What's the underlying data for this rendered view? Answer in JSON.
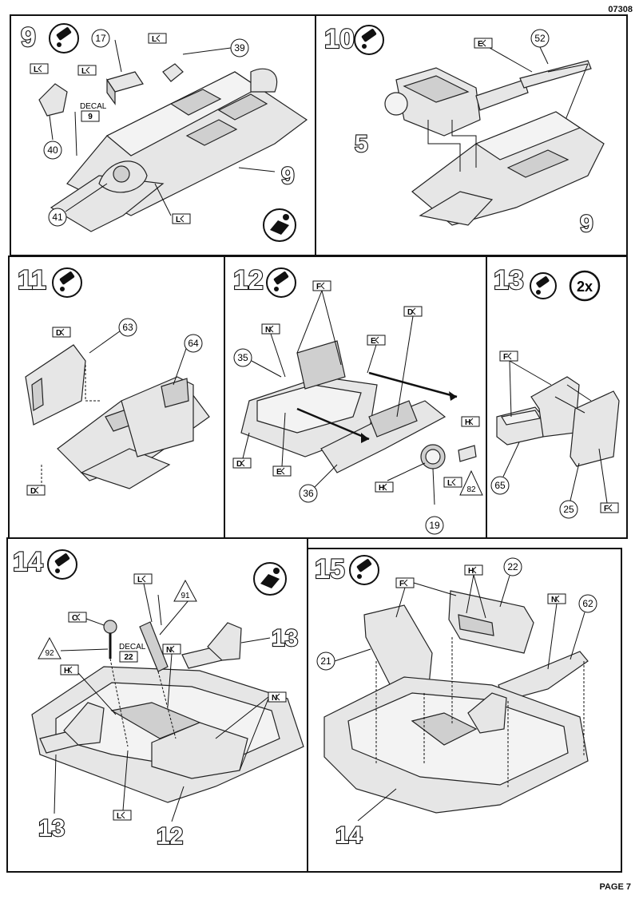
{
  "header": {
    "catalog_number": "07308"
  },
  "footer": {
    "page_label": "PAGE 7"
  },
  "common": {
    "decal_label": "DECAL",
    "times_label": "2x"
  },
  "steps": {
    "s9": {
      "number": "9",
      "parts": [
        "17",
        "39",
        "40",
        "41"
      ],
      "decal_number": "9",
      "flags": [
        "L",
        "L",
        "L",
        "L"
      ],
      "subassembly_ref": "9"
    },
    "s10": {
      "number": "10",
      "parts": [
        "52"
      ],
      "flags": [
        "E"
      ],
      "refs": [
        "5",
        "9"
      ]
    },
    "s11": {
      "number": "11",
      "parts": [
        "63",
        "64"
      ],
      "flags": [
        "D",
        "D"
      ]
    },
    "s12": {
      "number": "12",
      "parts": [
        "35",
        "36",
        "19"
      ],
      "flags": [
        "F",
        "N",
        "E",
        "D",
        "D",
        "E",
        "H",
        "H",
        "L"
      ],
      "triangle_ref": "82"
    },
    "s13": {
      "number": "13",
      "parts": [
        "65",
        "25"
      ],
      "flags": [
        "F",
        "F"
      ],
      "multiplier": "2x"
    },
    "s14": {
      "number": "14",
      "flags": [
        "L",
        "C",
        "H",
        "N",
        "N",
        "L"
      ],
      "triangle_refs": [
        "91",
        "92"
      ],
      "decal_number": "22",
      "refs": [
        "13",
        "13",
        "12"
      ]
    },
    "s15": {
      "number": "15",
      "parts": [
        "21",
        "22",
        "62"
      ],
      "flags": [
        "F",
        "H",
        "N"
      ],
      "refs": [
        "14"
      ]
    }
  }
}
